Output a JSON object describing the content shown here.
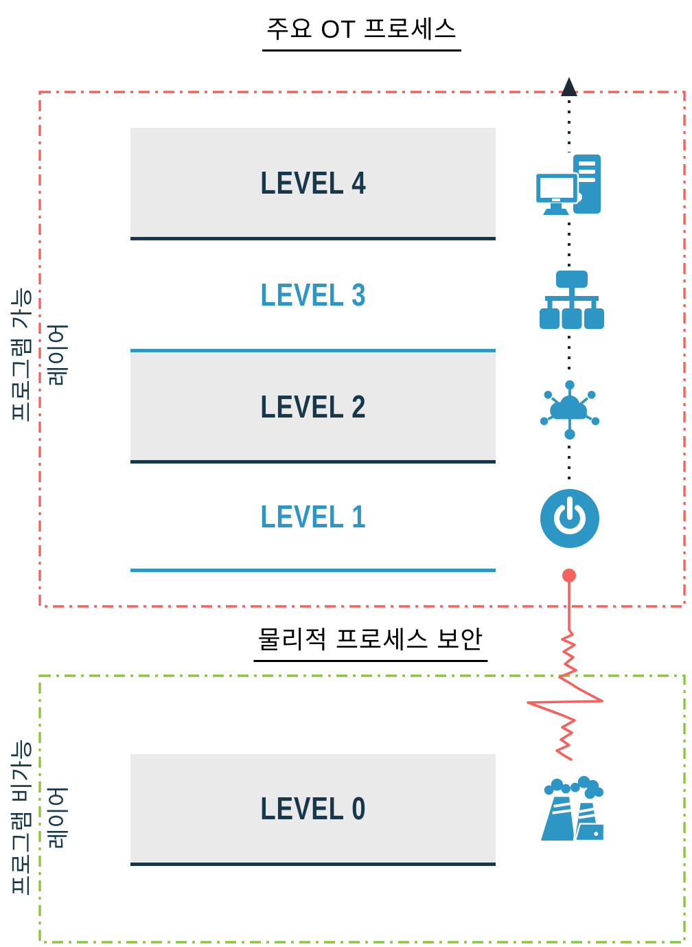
{
  "top_title": "주요 OT 프로세스",
  "middle_title": "물리적 프로세스 보안",
  "side_labels": {
    "programmable": {
      "line1": "프로그램 가능",
      "line2": "레이어"
    },
    "non_programmable": {
      "line1": "프로그램 비가능",
      "line2": "레이어"
    }
  },
  "levels": [
    {
      "label": "LEVEL 4",
      "text_color": "#16384a",
      "gray_box": true,
      "underline_color": "#16384a",
      "icon": "desktop-computer-icon"
    },
    {
      "label": "LEVEL 3",
      "text_color": "#2e96c4",
      "gray_box": false,
      "underline_color": "#2e96c4",
      "icon": "network-hierarchy-icon"
    },
    {
      "label": "LEVEL 2",
      "text_color": "#16384a",
      "gray_box": true,
      "underline_color": "#16384a",
      "icon": "cloud-network-icon"
    },
    {
      "label": "LEVEL 1",
      "text_color": "#2e96c4",
      "gray_box": false,
      "underline_color": "#2e96c4",
      "icon": "power-button-icon"
    },
    {
      "label": "LEVEL 0",
      "text_color": "#16384a",
      "gray_box": true,
      "underline_color": "#16384a",
      "icon": "factory-icon"
    }
  ],
  "zones": {
    "upper": {
      "border_style": "dash-dot",
      "border_color": "#f4625d"
    },
    "lower": {
      "border_style": "dash-dot",
      "border_color": "#8cc63e"
    }
  },
  "connector": {
    "dotted_line_color": "#1c2b33",
    "arrow_color": "#1c2b33",
    "squiggle_color": "#f4625d"
  },
  "colors": {
    "icon_blue": "#2e96c4",
    "navy": "#16384a",
    "gray_box": "#eaeaea",
    "red_dashed_border": "#f4625d",
    "green_dashed_border": "#8cc63e",
    "title_black": "#000000"
  }
}
